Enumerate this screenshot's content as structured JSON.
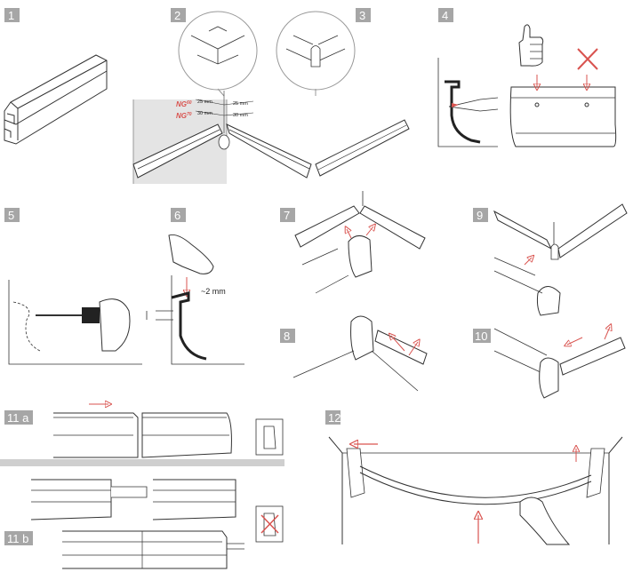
{
  "steps": {
    "s1": "1",
    "s2": "2",
    "s3": "3",
    "s4": "4",
    "s5": "5",
    "s6": "6",
    "s7": "7",
    "s8": "8",
    "s9": "9",
    "s10": "10",
    "s11a": "11 a",
    "s11b": "11 b",
    "s12": "12"
  },
  "step2": {
    "brand_top": "NG",
    "brand_top_sup": "60",
    "brand_bottom": "NG",
    "brand_bottom_sup": "70",
    "dim_left_top": "25 mm",
    "dim_left_bottom": "30 mm",
    "dim_right_top": "25 mm",
    "dim_right_bottom": "30 mm"
  },
  "step6": {
    "gap": "~2 mm"
  },
  "colors": {
    "badge": "#a6a6a6",
    "arrow": "#d9534f",
    "line": "#333333",
    "wall": "#dadada"
  },
  "icons": [
    "thumbs-up-icon",
    "cross-icon",
    "drill-icon",
    "hand-icon",
    "arrow-icon"
  ]
}
